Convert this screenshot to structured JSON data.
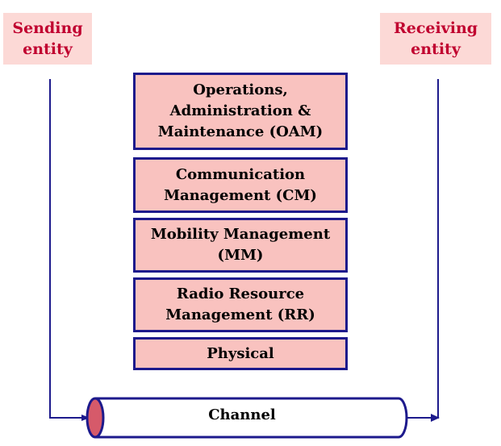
{
  "sender": {
    "label": "Sending\nentity"
  },
  "receiver": {
    "label": "Receiving\nentity"
  },
  "layers": [
    {
      "label": "Operations,\nAdministration &\nMaintenance (OAM)"
    },
    {
      "label": "Communication\nManagement (CM)"
    },
    {
      "label": "Mobility Management\n(MM)"
    },
    {
      "label": "Radio Resource\nManagement (RR)"
    },
    {
      "label": "Physical"
    }
  ],
  "channel": {
    "label": "Channel"
  },
  "colors": {
    "entity_bg": "#fcd9d6",
    "entity_text": "#c0002f",
    "layer_bg": "#f9c2bf",
    "border": "#1d1a8c",
    "channel_end": "#d65a6a"
  }
}
